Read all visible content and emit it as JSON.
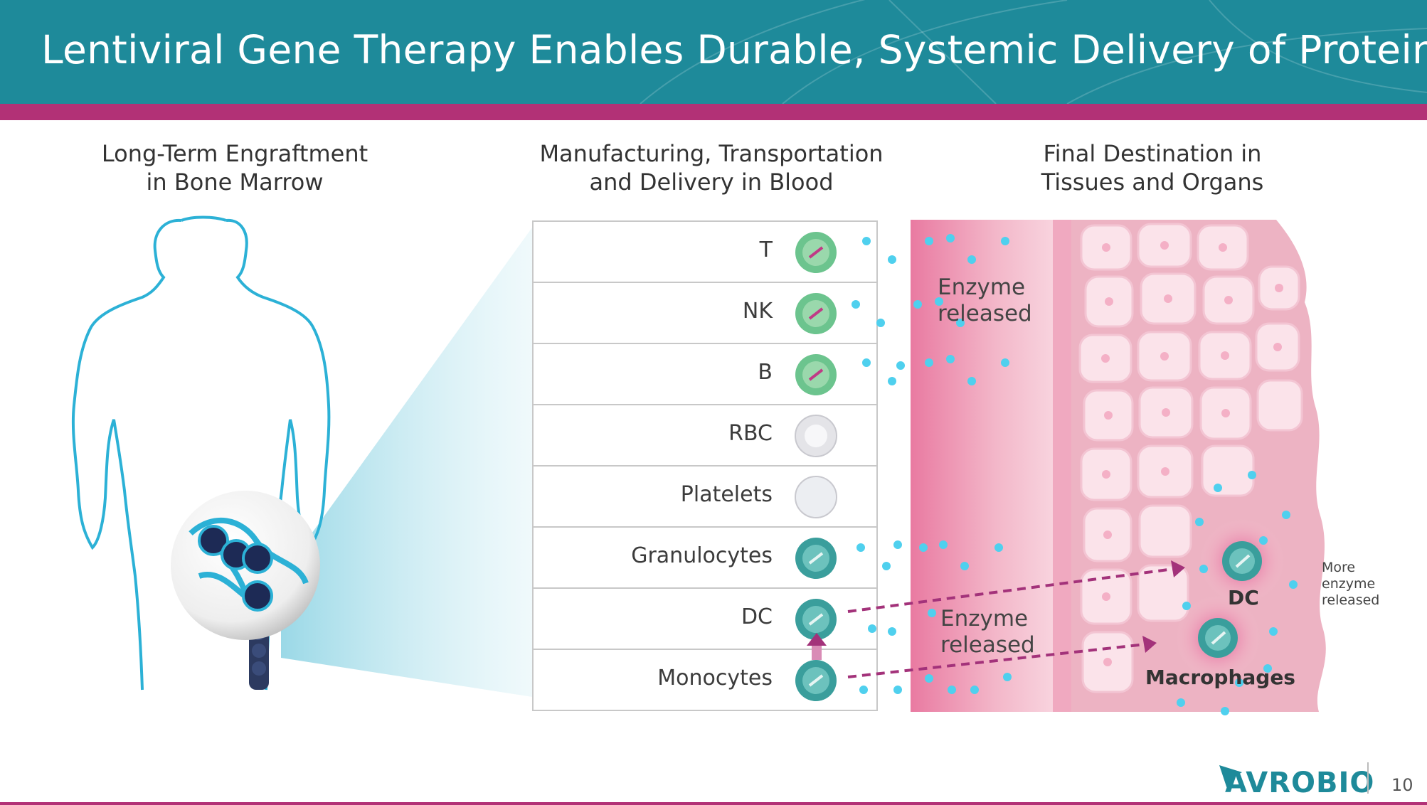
{
  "title": "Lentiviral Gene Therapy Enables Durable, Systemic Delivery of Proteins",
  "columns": {
    "bone_marrow": [
      "Long-Term Engraftment",
      "in Bone Marrow"
    ],
    "blood": [
      "Manufacturing, Transportation",
      "and Delivery in Blood"
    ],
    "tissues": [
      "Final Destination in",
      "Tissues and Organs"
    ]
  },
  "cell_types": [
    {
      "label": "T",
      "style": "green"
    },
    {
      "label": "NK",
      "style": "green"
    },
    {
      "label": "B",
      "style": "green"
    },
    {
      "label": "RBC",
      "style": "white"
    },
    {
      "label": "Platelets",
      "style": "pale"
    },
    {
      "label": "Granulocytes",
      "style": "teal"
    },
    {
      "label": "DC",
      "style": "teal"
    },
    {
      "label": "Monocytes",
      "style": "teal"
    }
  ],
  "annotations": {
    "enzyme_top": [
      "Enzyme",
      "released"
    ],
    "enzyme_bottom": [
      "Enzyme",
      "released"
    ],
    "more_enzyme": [
      "More",
      "enzyme",
      "released"
    ],
    "dc_label": "DC",
    "macrophages_label": "Macrophages"
  },
  "footer": {
    "logo_text": "AVROBIO",
    "page_number": "10"
  },
  "colors": {
    "header": "#1e8a9a",
    "accent_bar": "#b23176",
    "body_outline": "#2cb1d6",
    "enzyme_dot": "#4fd0ee",
    "arrow": "#a3327a",
    "tissue": "#f6c6d2"
  }
}
